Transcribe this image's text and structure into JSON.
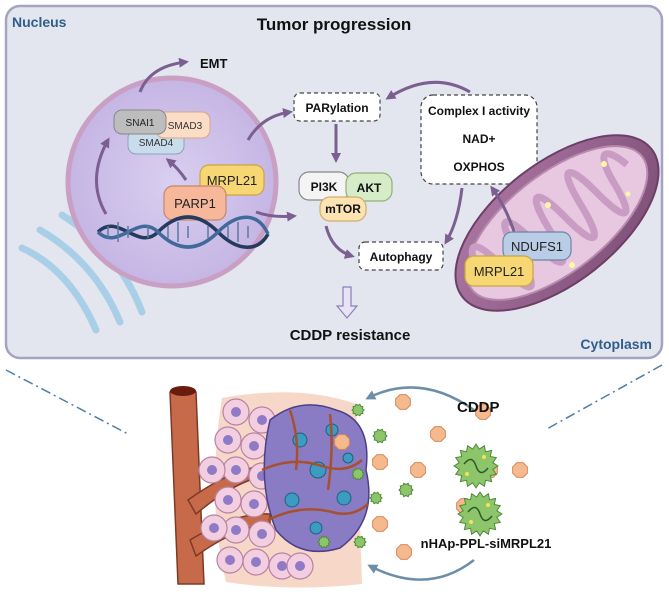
{
  "title": "Tumor progression",
  "regions": {
    "nucleus": "Nucleus",
    "cytoplasm": "Cytoplasm"
  },
  "nucleus_items": {
    "emt": "EMT",
    "snai1": "SNAI1",
    "smad3": "SMAD3",
    "smad4": "SMAD4",
    "parp1": "PARP1",
    "mrpl21": "MRPL21"
  },
  "pathway": {
    "parylation": "PARylation",
    "pi3k": "PI3K",
    "akt": "AKT",
    "mtor": "mTOR",
    "autophagy": "Autophagy"
  },
  "mito_box": {
    "complex1": "Complex I activity",
    "nad": "NAD+",
    "oxphos": "OXPHOS"
  },
  "mitochondria": {
    "ndufs1": "NDUFS1",
    "mrpl21": "MRPL21"
  },
  "outcome": "CDDP resistance",
  "lower": {
    "cddp": "CDDP",
    "nanoparticle": "nHAp-PPL-siMRPL21"
  },
  "colors": {
    "panel_bg": "#e3e6ee",
    "panel_border": "#a4a3c2",
    "nucleus_fill": "#cdbfe8",
    "nucleus_border": "#c99fc4",
    "arrow": "#7a5f90",
    "region_label": "#2f5d8c",
    "mrpl21": "#f7d774",
    "parp1": "#f7b79b",
    "mito_outer": "#8a5a82",
    "vessel": "#c66a4a",
    "cddp_particle": "#f6b98d",
    "nanoparticle": "#8cc56a"
  }
}
